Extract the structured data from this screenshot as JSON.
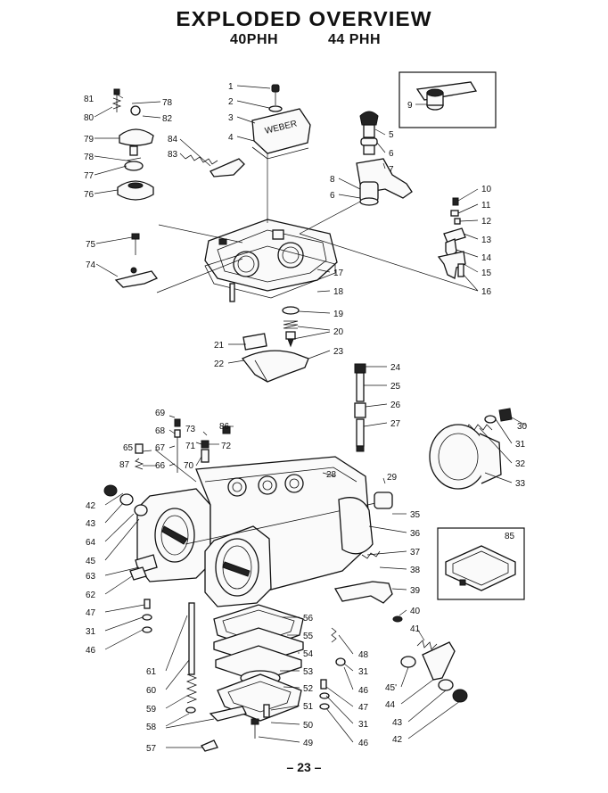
{
  "header": {
    "title": "EXPLODED OVERVIEW",
    "model_a": "40PHH",
    "model_b": "44 PHH"
  },
  "footer": {
    "page_number": "– 23 –"
  },
  "callouts": {
    "c1": "1",
    "c2": "2",
    "c3": "3",
    "c4": "4",
    "c5": "5",
    "c6a": "6",
    "c6b": "6",
    "c7": "7",
    "c8": "8",
    "c9": "9",
    "c10": "10",
    "c11": "11",
    "c12": "12",
    "c13": "13",
    "c14": "14",
    "c15": "15",
    "c16": "16",
    "c17": "17",
    "c18": "18",
    "c19": "19",
    "c20": "20",
    "c21": "21",
    "c22": "22",
    "c23": "23",
    "c24": "24",
    "c25": "25",
    "c26": "26",
    "c27": "27",
    "c28": "28",
    "c29": "29",
    "c30": "30",
    "c31a": "31",
    "c31b": "31",
    "c31c": "31",
    "c31d": "31",
    "c32": "32",
    "c33": "33",
    "c35": "35",
    "c36": "36",
    "c37": "37",
    "c38": "38",
    "c39": "39",
    "c40": "40",
    "c41": "41",
    "c42a": "42",
    "c42b": "42",
    "c43a": "43",
    "c43b": "43",
    "c44": "44",
    "c45a": "45",
    "c45b": "45'",
    "c46a": "46",
    "c46b": "46",
    "c46c": "46",
    "c47a": "47",
    "c47b": "47",
    "c48": "48",
    "c49": "49",
    "c50": "50",
    "c51": "51",
    "c52": "52",
    "c53": "53",
    "c54": "54",
    "c55": "55",
    "c56": "56",
    "c57": "57",
    "c58": "58",
    "c59": "59",
    "c60": "60",
    "c61": "61",
    "c62": "62",
    "c63": "63",
    "c64": "64",
    "c65": "65",
    "c66": "66",
    "c67": "67",
    "c68": "68",
    "c69": "69",
    "c70": "70",
    "c71": "71",
    "c72": "72",
    "c73": "73",
    "c74": "74",
    "c75": "75",
    "c76": "76",
    "c77": "77",
    "c78a": "78",
    "c78b": "78",
    "c79": "79",
    "c80": "80",
    "c81": "81",
    "c82": "82",
    "c83": "83",
    "c84": "84",
    "c85": "85",
    "c86": "86",
    "c87": "87"
  }
}
